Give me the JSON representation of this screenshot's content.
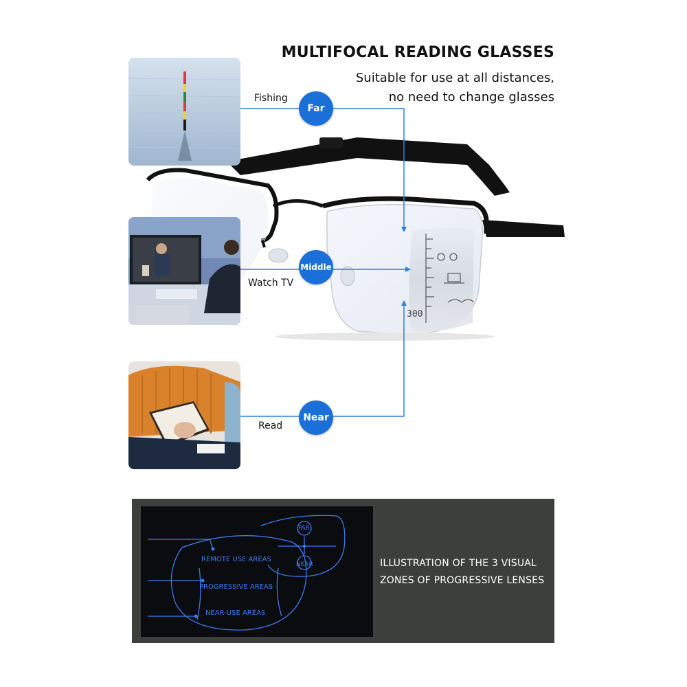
{
  "header": {
    "title": "MULTIFOCAL READING GLASSES",
    "subtitle_line1": "Suitable for use at all distances,",
    "subtitle_line2": "no need to change glasses"
  },
  "activities": [
    {
      "label": "Fishing",
      "zone": "Far"
    },
    {
      "label": "Watch TV",
      "zone": "Middle"
    },
    {
      "label": "Read",
      "zone": "Near"
    }
  ],
  "lens": {
    "scale_label": "300"
  },
  "diagram": {
    "zone_labels": [
      "REMOTE USE AREAS",
      "PROGRESSIVE AREAS",
      "NEAR-USE AREAS"
    ],
    "small_lens_labels": [
      "FAR",
      "NEAR"
    ],
    "caption_line1": "ILLUSTRATION OF THE 3 VISUAL",
    "caption_line2": "ZONES OF PROGRESSIVE LENSES"
  },
  "colors": {
    "accent_blue": "#1a6fd8",
    "line_blue": "#2f7fe0",
    "panel_dark": "#3d3f3d",
    "diagram_blue": "#3c7cf0"
  }
}
